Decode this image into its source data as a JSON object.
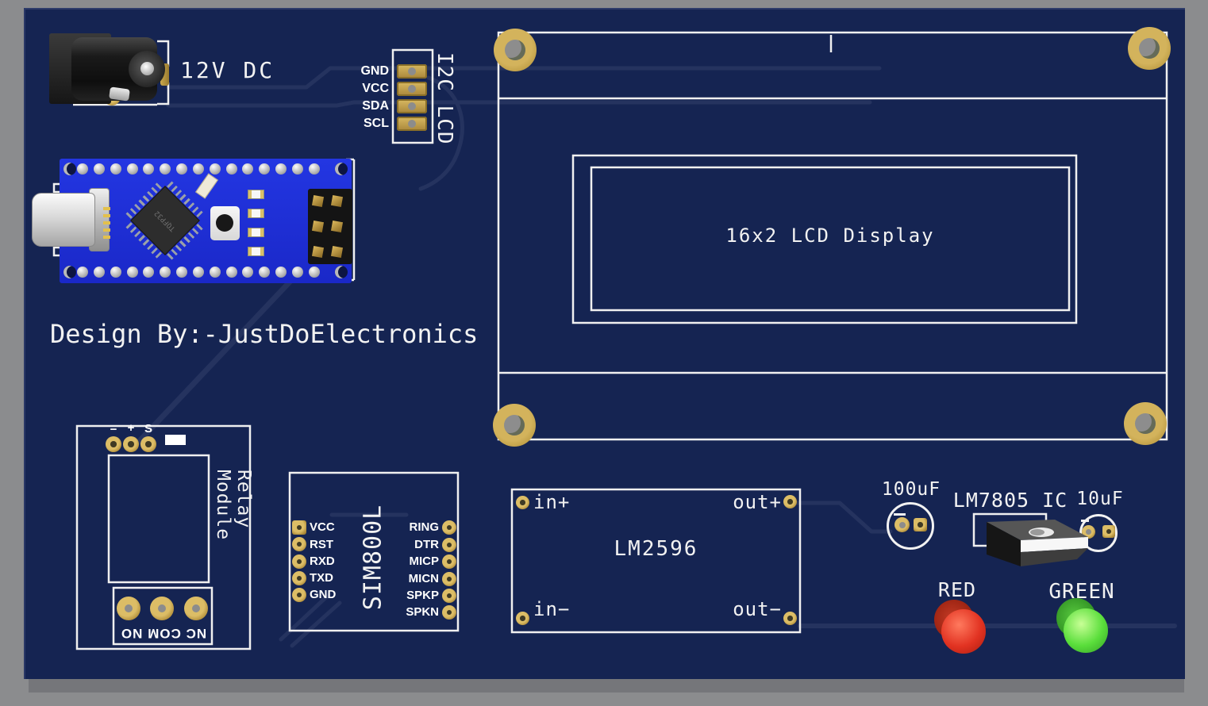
{
  "board": {
    "background_color": "#8b8c8e",
    "pcb_color": "#152452",
    "silkscreen_color": "#f2f2f2",
    "trace_color": "#25335f",
    "pad_gold_color": "#c9a94f",
    "design_credit": "Design By:-JustDoElectronics"
  },
  "power_jack": {
    "label": "12V DC"
  },
  "i2c_header": {
    "title": "I2C LCD",
    "pins": [
      "GND",
      "VCC",
      "SDA",
      "SCL"
    ]
  },
  "arduino_nano": {
    "chip_marking": "TQFP32"
  },
  "lcd_module": {
    "label": "16x2 LCD Display"
  },
  "relay_module": {
    "title": "Relay Module",
    "input_pins": [
      "−",
      "+",
      "S"
    ],
    "output_pins_label": "NC COM NO"
  },
  "sim800l_module": {
    "title": "SIM800L",
    "left_pins": [
      "VCC",
      "RST",
      "RXD",
      "TXD",
      "GND"
    ],
    "right_pins": [
      "RING",
      "DTR",
      "MICP",
      "MICN",
      "SPKP",
      "SPKN"
    ]
  },
  "lm2596_module": {
    "title": "LM2596",
    "pin_labels": {
      "in_plus": "in+",
      "out_plus": "out+",
      "in_minus": "in−",
      "out_minus": "out−"
    }
  },
  "power_regulator": {
    "input_cap_label": "100uF",
    "ic_label": "LM7805 IC",
    "output_cap_label": "10uF"
  },
  "status_leds": {
    "red": {
      "label": "RED",
      "color": "#e23322"
    },
    "green": {
      "label": "GREEN",
      "color": "#5ade3b"
    }
  }
}
